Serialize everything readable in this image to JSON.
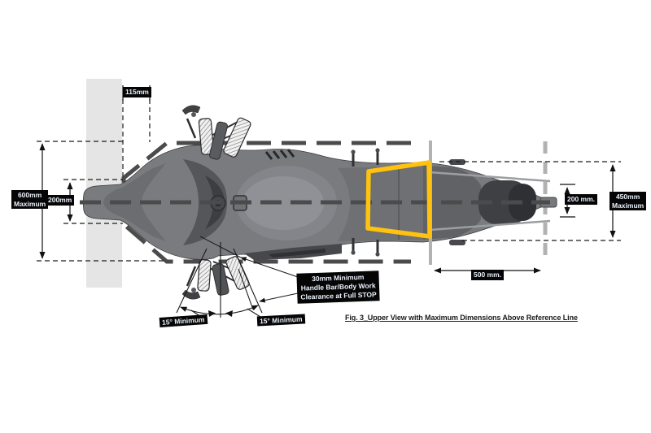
{
  "diagram": {
    "caption": "Fig. 3_Upper View with Maximum Dimensions Above Reference Line",
    "dimensions": {
      "handlebar_offset": "115mm",
      "front_width_max": "600mm",
      "front_width_max_qualifier": "Maximum",
      "front_center_width": "200mm",
      "rear_center_width": "200 mm.",
      "rear_width_max": "450mm",
      "rear_width_max_qualifier": "Maximum",
      "rear_length": "500 mm."
    },
    "clearance_note": {
      "line1": "30mm Minimum",
      "line2": "Handle Bar/Body Work",
      "line3": "Clearance at Full STOP"
    },
    "steering_angles": {
      "left": "15° Minimum",
      "right": "15° Minimum"
    },
    "colors": {
      "highlight": "#FFC20E",
      "label_bg": "#050505",
      "label_text": "#E9F1FB",
      "envelope_dash": "#4B4B4B",
      "reference_gray": "#B2B2B2",
      "barrier_band": "#E5E5E5",
      "bike_body": "#797B7E"
    }
  }
}
